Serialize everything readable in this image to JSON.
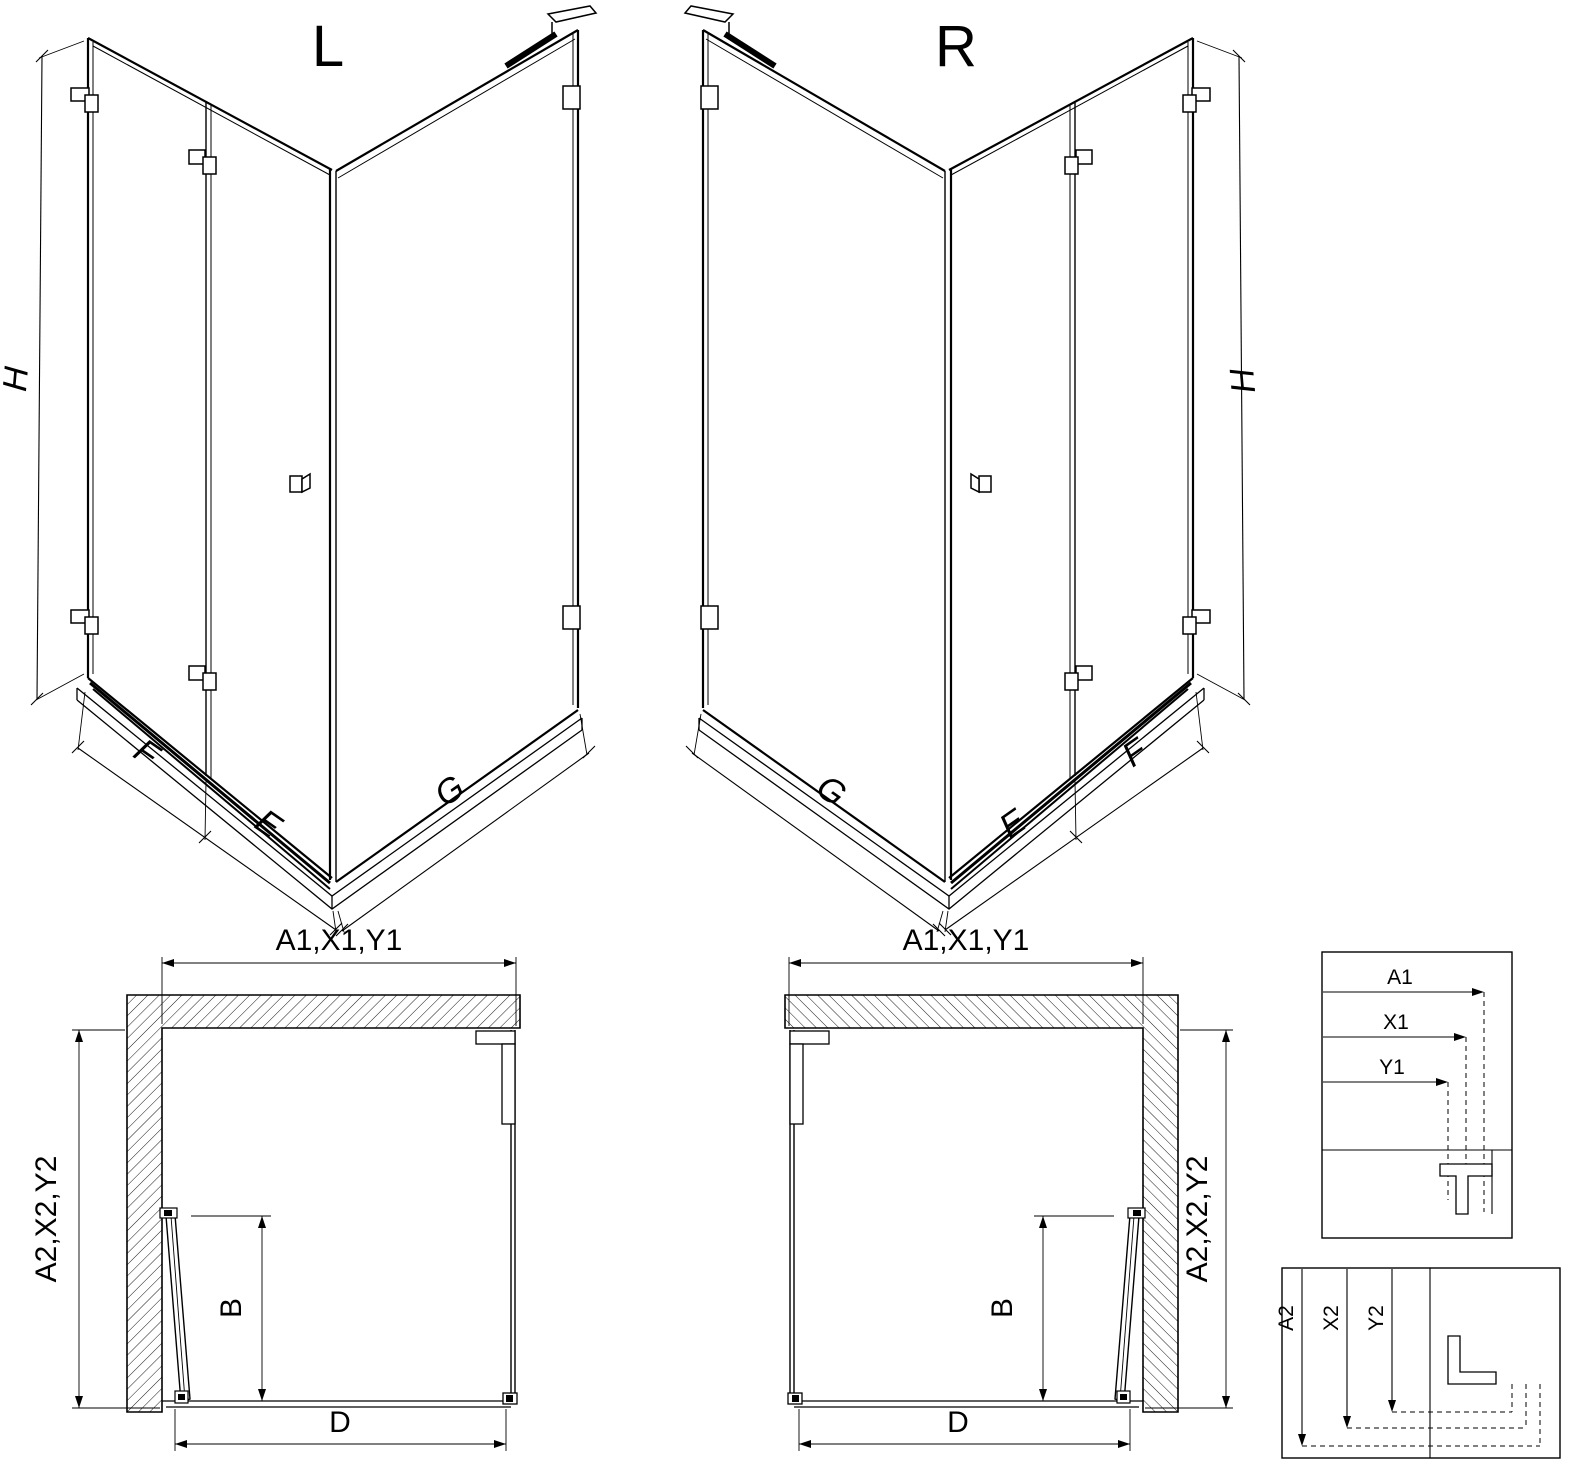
{
  "drawing": {
    "left": {
      "variant": "L",
      "height_label": "H",
      "door_panel_label": "F",
      "inner_panel_label": "E",
      "side_panel_label": "G",
      "plan": {
        "width_label": "A1,X1,Y1",
        "depth_label": "A2,X2,Y2",
        "door_label": "B",
        "entry_label": "D"
      }
    },
    "right": {
      "variant": "R",
      "height_label": "H",
      "door_panel_label": "F",
      "inner_panel_label": "E",
      "side_panel_label": "G",
      "plan": {
        "width_label": "A1,X1,Y1",
        "depth_label": "A2,X2,Y2",
        "door_label": "B",
        "entry_label": "D"
      }
    },
    "detail_width": {
      "dim1": "A1",
      "dim2": "X1",
      "dim3": "Y1"
    },
    "detail_depth": {
      "dim1": "A2",
      "dim2": "X2",
      "dim3": "Y2"
    }
  }
}
